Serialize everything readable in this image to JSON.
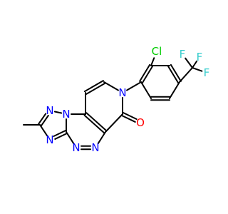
{
  "molecule": {
    "atom_labels": {
      "n1": "N",
      "n2": "N",
      "n3": "N",
      "n4": "N",
      "n5": "N",
      "n6": "N",
      "o1": "O",
      "cl": "Cl",
      "f1": "F",
      "f2": "F",
      "f3": "F"
    },
    "colors": {
      "nitrogen": "#0000ff",
      "oxygen": "#ff0000",
      "chlorine": "#00cc00",
      "fluorine": "#33cccc",
      "bond": "#000000"
    }
  }
}
